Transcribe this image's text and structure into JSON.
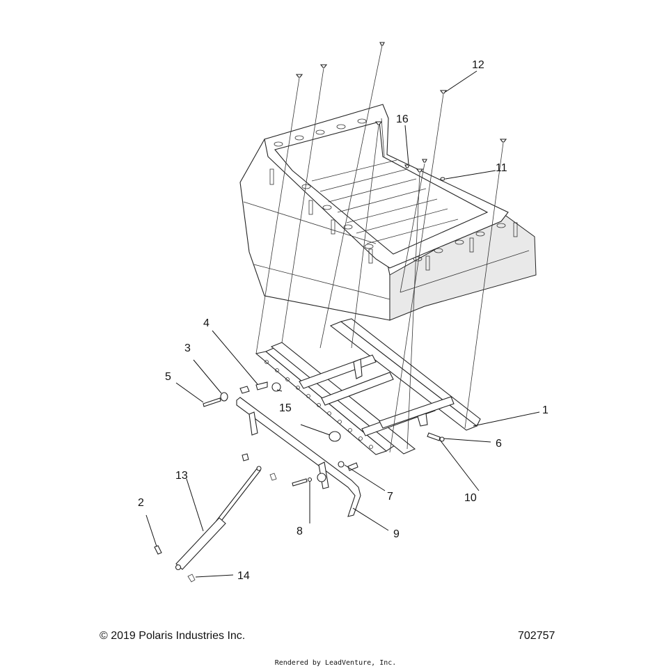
{
  "callouts": [
    {
      "id": "1",
      "label": "1"
    },
    {
      "id": "2",
      "label": "2"
    },
    {
      "id": "3",
      "label": "3"
    },
    {
      "id": "4",
      "label": "4"
    },
    {
      "id": "5",
      "label": "5"
    },
    {
      "id": "6",
      "label": "6"
    },
    {
      "id": "7",
      "label": "7"
    },
    {
      "id": "8",
      "label": "8"
    },
    {
      "id": "9",
      "label": "9"
    },
    {
      "id": "10",
      "label": "10"
    },
    {
      "id": "11",
      "label": "11"
    },
    {
      "id": "12",
      "label": "12"
    },
    {
      "id": "13",
      "label": "13"
    },
    {
      "id": "14",
      "label": "14"
    },
    {
      "id": "15",
      "label": "15"
    },
    {
      "id": "16",
      "label": "16"
    }
  ],
  "footer": {
    "copyright": "© 2019 Polaris Industries Inc.",
    "diagram_number": "702757",
    "rendered_by": "Rendered by LeadVenture, Inc."
  }
}
